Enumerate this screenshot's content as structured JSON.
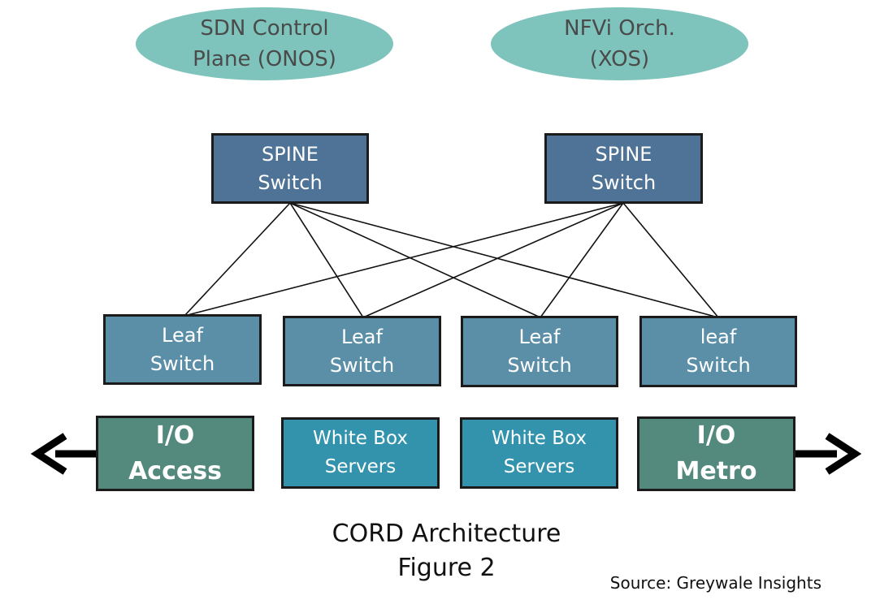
{
  "controllers": [
    {
      "lines": [
        "SDN Control",
        "Plane (ONOS)"
      ]
    },
    {
      "lines": [
        "NFVi Orch.",
        "(XOS)"
      ]
    }
  ],
  "spines": [
    {
      "lines": [
        "SPINE",
        "Switch"
      ]
    },
    {
      "lines": [
        "SPINE",
        "Switch"
      ]
    }
  ],
  "leaves": [
    {
      "lines": [
        "Leaf",
        "Switch"
      ]
    },
    {
      "lines": [
        "Leaf",
        "Switch"
      ]
    },
    {
      "lines": [
        "Leaf",
        "Switch"
      ]
    },
    {
      "lines": [
        "leaf",
        "Switch"
      ]
    }
  ],
  "io_access": {
    "lines": [
      "I/O",
      "Access"
    ]
  },
  "servers": [
    {
      "lines": [
        "White Box",
        "Servers"
      ]
    },
    {
      "lines": [
        "White Box",
        "Servers"
      ]
    }
  ],
  "io_metro": {
    "lines": [
      "I/O",
      "Metro"
    ]
  },
  "caption": {
    "title": "CORD Architecture",
    "subtitle": "Figure 2"
  },
  "source": "Source: Greywale Insights",
  "colors": {
    "oval": "#7fc4bc",
    "spine": "#4e7396",
    "leaf": "#5b8fa8",
    "server": "#3392ac",
    "io": "#548a7e"
  }
}
